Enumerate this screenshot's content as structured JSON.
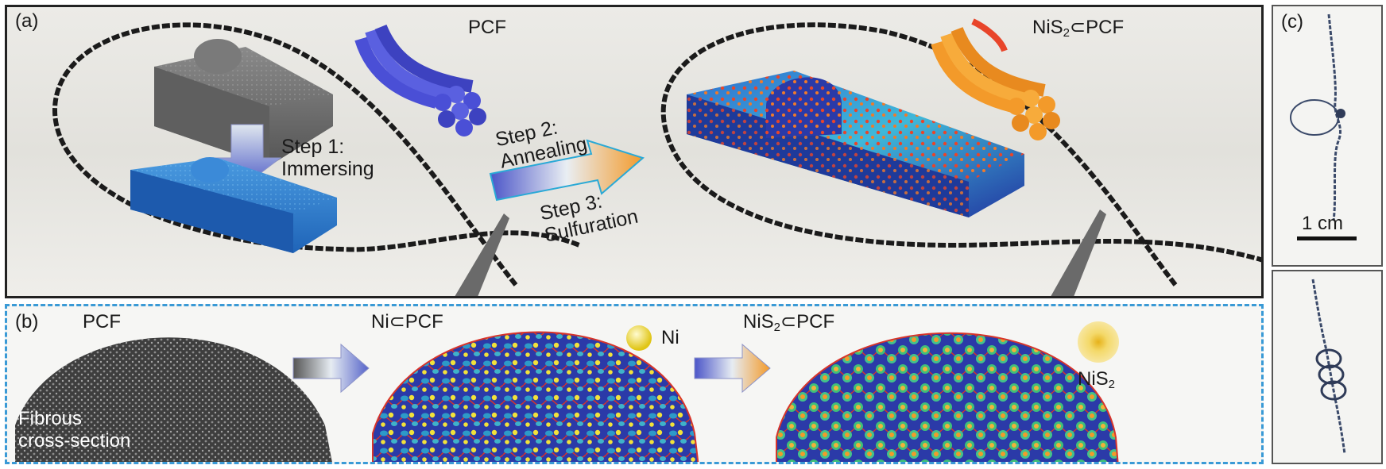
{
  "panel_a": {
    "letter": "(a)",
    "pcf_label": "PCF",
    "product_label": {
      "main": "NiS",
      "sub": "2",
      "tail": "⊂PCF"
    },
    "step1": {
      "line1": "Step 1:",
      "line2": "Immersing"
    },
    "step2": {
      "line1": "Step 2:",
      "line2": "Annealing"
    },
    "step3": {
      "line1": "Step 3:",
      "line2": "Sulfuration"
    }
  },
  "panel_b": {
    "letter": "(b)",
    "pcf_label": "PCF",
    "cross_section": {
      "line1": "Fibrous",
      "line2": "cross-section"
    },
    "ni_pcf_label": "Ni⊂PCF",
    "ni_legend": "Ni",
    "nis2_pcf_label": {
      "main": "NiS",
      "sub": "2",
      "tail": "⊂PCF"
    },
    "nis2_legend": {
      "main": "NiS",
      "sub": "2"
    }
  },
  "panel_c": {
    "letter": "(c)",
    "scale_label": "1 cm"
  },
  "colors": {
    "pcf_blue": "#4a4fd6",
    "nis2_orange": "#f39a2a",
    "carbon_gray": "#6d6d6d",
    "immersed_blue": "#2f7fd0",
    "panel_b_border": "#3a9ad6",
    "cross_section_blue": "#2b3aa8",
    "ni_yellow": "#f2e23a"
  }
}
